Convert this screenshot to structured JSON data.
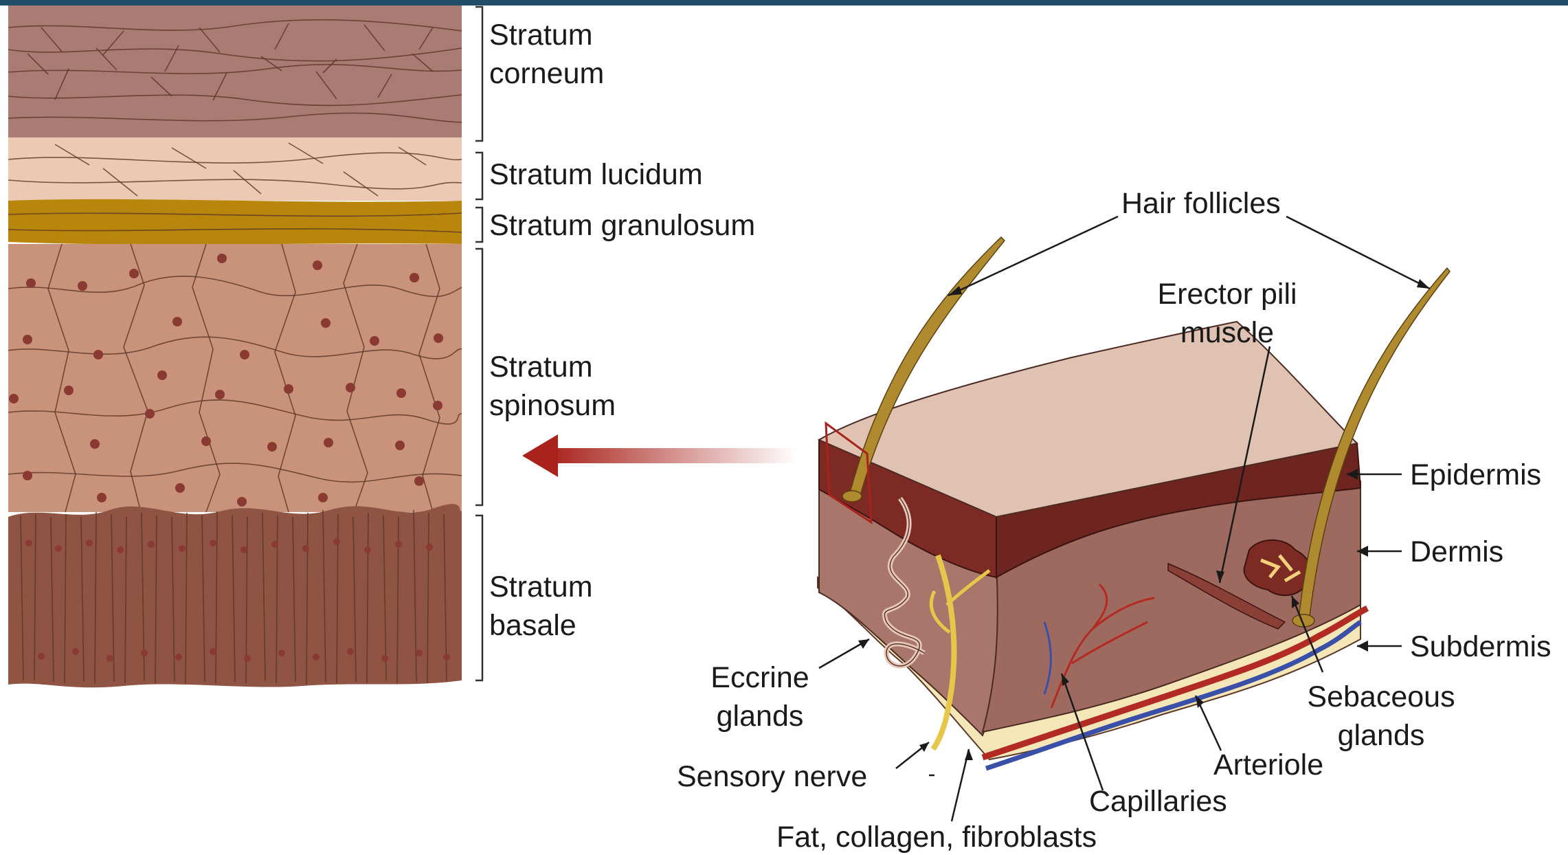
{
  "colors": {
    "top_bar": "#1f4e66",
    "corneum": "#a97b73",
    "lucidum": "#ecc9b3",
    "granulosum": "#b8860b",
    "spinosum": "#c9927a",
    "basale": "#8f5443",
    "nucleus": "#8a3a32",
    "epidermis": "#7d2a24",
    "dermis": "#a8766b",
    "subdermis": "#f5e6b8",
    "block_top": "#e0c2b2",
    "hair": "#b08a2e",
    "nerve": "#e6c74a",
    "arteriole": "#b22a22",
    "vein": "#3a4fa8",
    "arrow": "#a9231c"
  },
  "layers": {
    "corneum": "Stratum\ncorneum",
    "lucidum": "Stratum lucidum",
    "granulosum": "Stratum granulosum",
    "spinosum": "Stratum\nspinosum",
    "basale": "Stratum\nbasale"
  },
  "block_labels": {
    "hair_follicles": "Hair follicles",
    "erector_pili": "Erector pili\nmuscle",
    "epidermis": "Epidermis",
    "dermis": "Dermis",
    "subdermis": "Subdermis",
    "sebaceous": "Sebaceous\nglands",
    "eccrine": "Eccrine\nglands",
    "sensory_nerve": "Sensory nerve",
    "arteriole": "Arteriole",
    "capillaries": "Capillaries",
    "fat": "Fat, collagen, fibroblasts"
  }
}
